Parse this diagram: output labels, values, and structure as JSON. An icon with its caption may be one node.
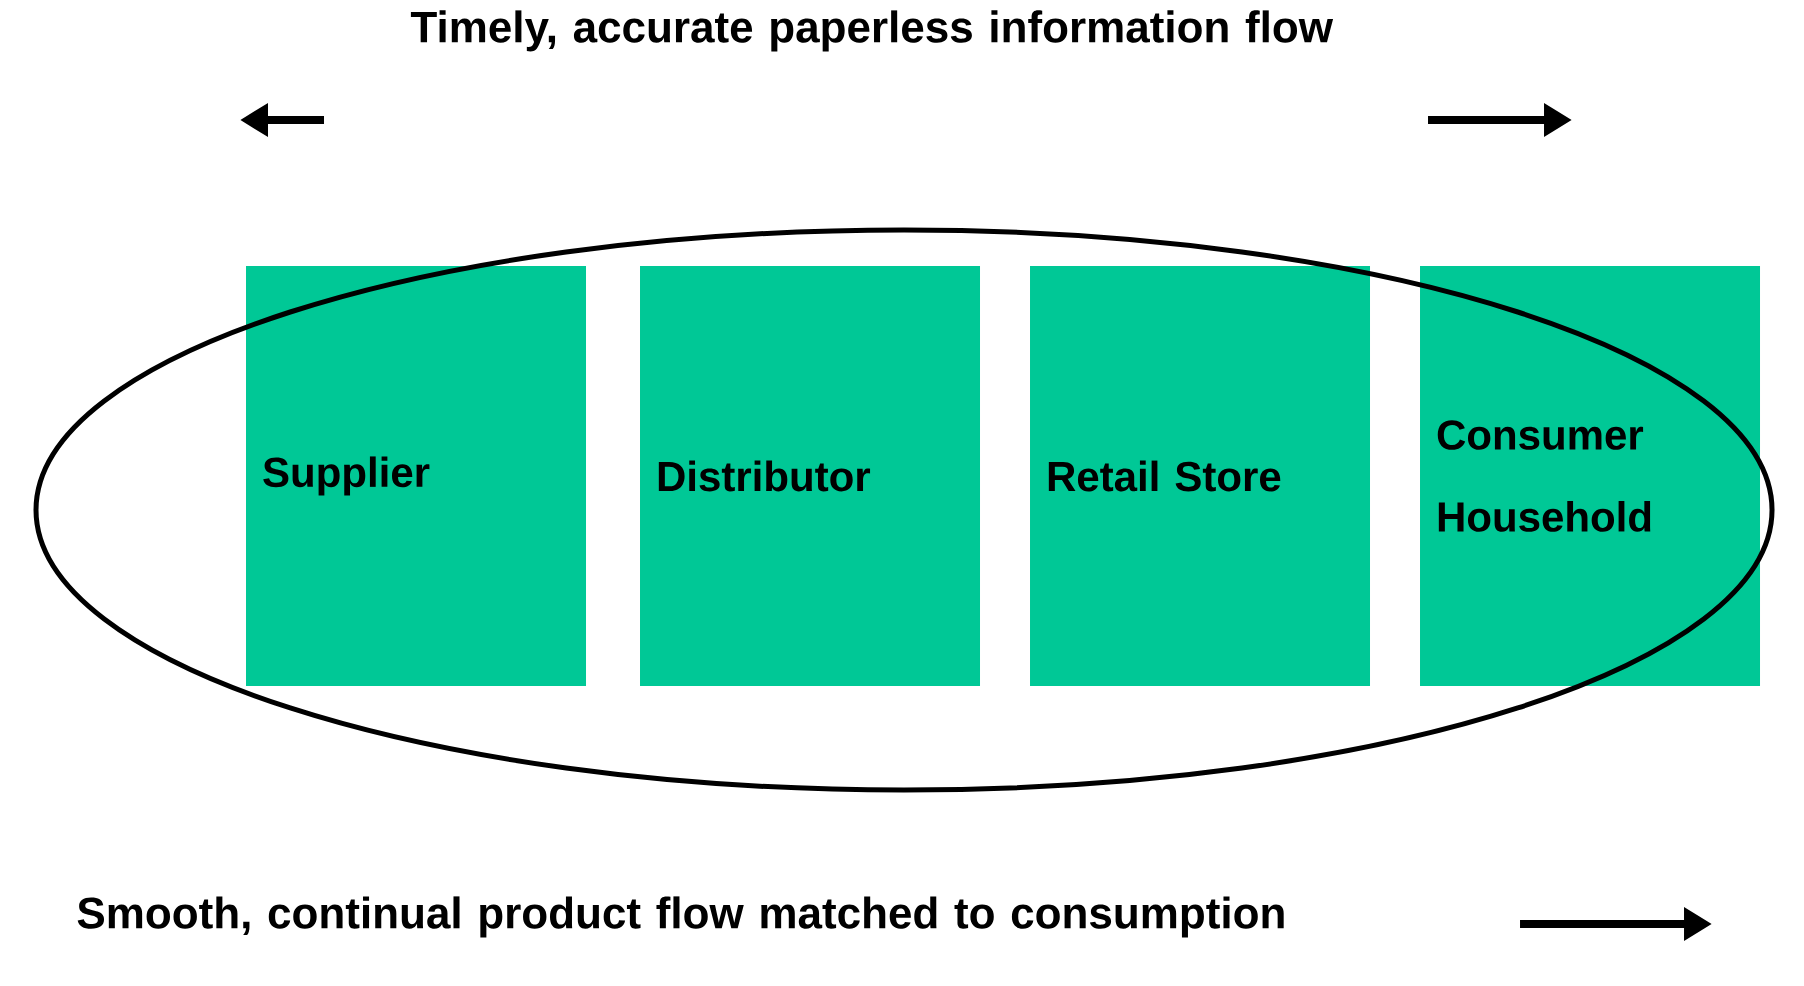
{
  "diagram": {
    "nodes": [
      {
        "text": [
          "Supplier"
        ]
      },
      {
        "text": [
          "Distributor"
        ]
      },
      {
        "text": [
          "Retail Store"
        ]
      },
      {
        "text": [
          "Consumer Household"
        ]
      }
    ],
    "labels": [
      "Timely, accurate paperless information flow",
      "Smooth, continual product flow matched to consumption"
    ]
  }
}
